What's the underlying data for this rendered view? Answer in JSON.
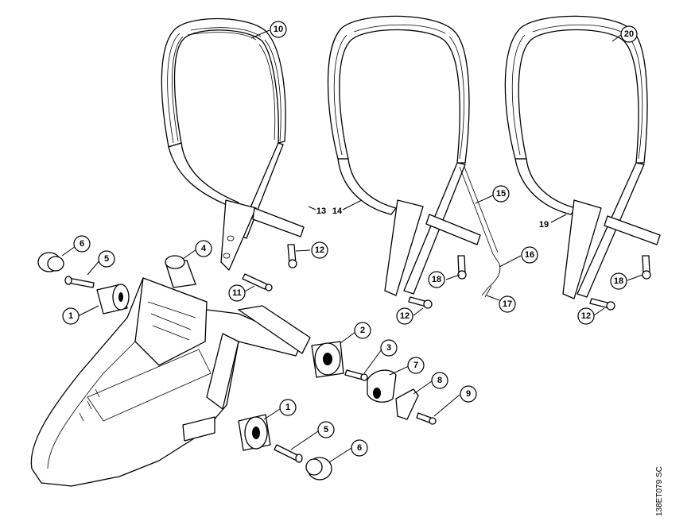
{
  "drawing_code": "138ET079 SC",
  "callouts": {
    "c1a": "1",
    "c1b": "1",
    "c2": "2",
    "c3": "3",
    "c4": "4",
    "c5a": "5",
    "c5b": "5",
    "c6a": "6",
    "c6b": "6",
    "c7": "7",
    "c8": "8",
    "c9": "9",
    "c10": "10",
    "c11": "11",
    "c12a": "12",
    "c12b": "12",
    "c12c": "12",
    "c13": "13",
    "c14": "14",
    "c15": "15",
    "c16": "16",
    "c17": "17",
    "c18a": "18",
    "c18b": "18",
    "c19": "19",
    "c20": "20"
  }
}
